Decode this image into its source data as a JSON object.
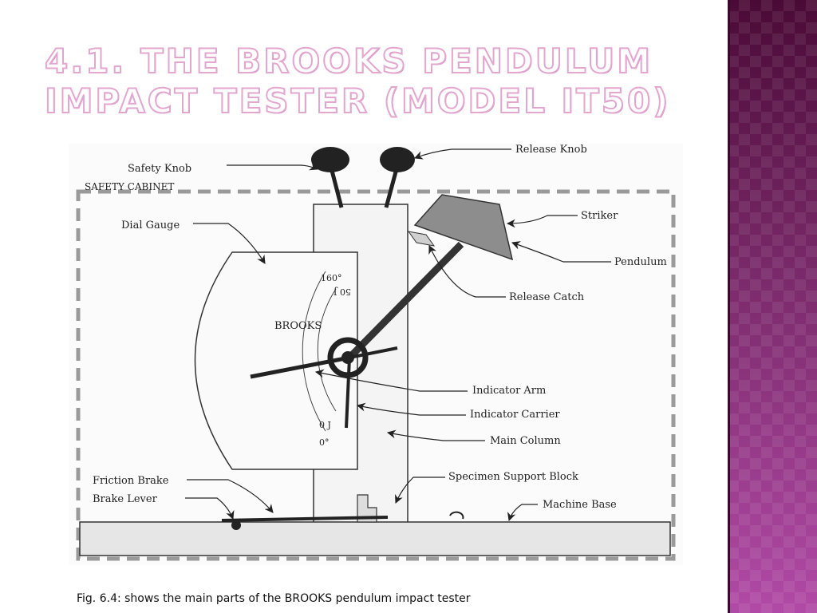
{
  "slide": {
    "title": "4.1. The Brooks Pendulum Impact Tester (Model IT50)",
    "caption": "Fig. 6.4: shows the main parts of the BROOKS pendulum impact tester"
  },
  "diagram": {
    "labels": {
      "safety_knob": "Safety Knob",
      "release_knob": "Release Knob",
      "safety_cabinet": "SAFETY CABINET",
      "dial_gauge": "Dial Gauge",
      "striker": "Striker",
      "pendulum": "Pendulum",
      "release_catch": "Release Catch",
      "indicator_arm": "Indicator Arm",
      "indicator_carrier": "Indicator Carrier",
      "main_column": "Main Column",
      "friction_brake": "Friction Brake",
      "brake_lever": "Brake Lever",
      "specimen_support_block": "Specimen Support Block",
      "machine_base": "Machine Base"
    },
    "dial": {
      "brand": "BROOKS",
      "angle_max": "160°",
      "angle_min": "0°",
      "energy_max": "50 J",
      "energy_min": "0 J"
    }
  },
  "colors": {
    "accent_band": "#7a2a6a",
    "title_outline": "#e3a6cf"
  }
}
